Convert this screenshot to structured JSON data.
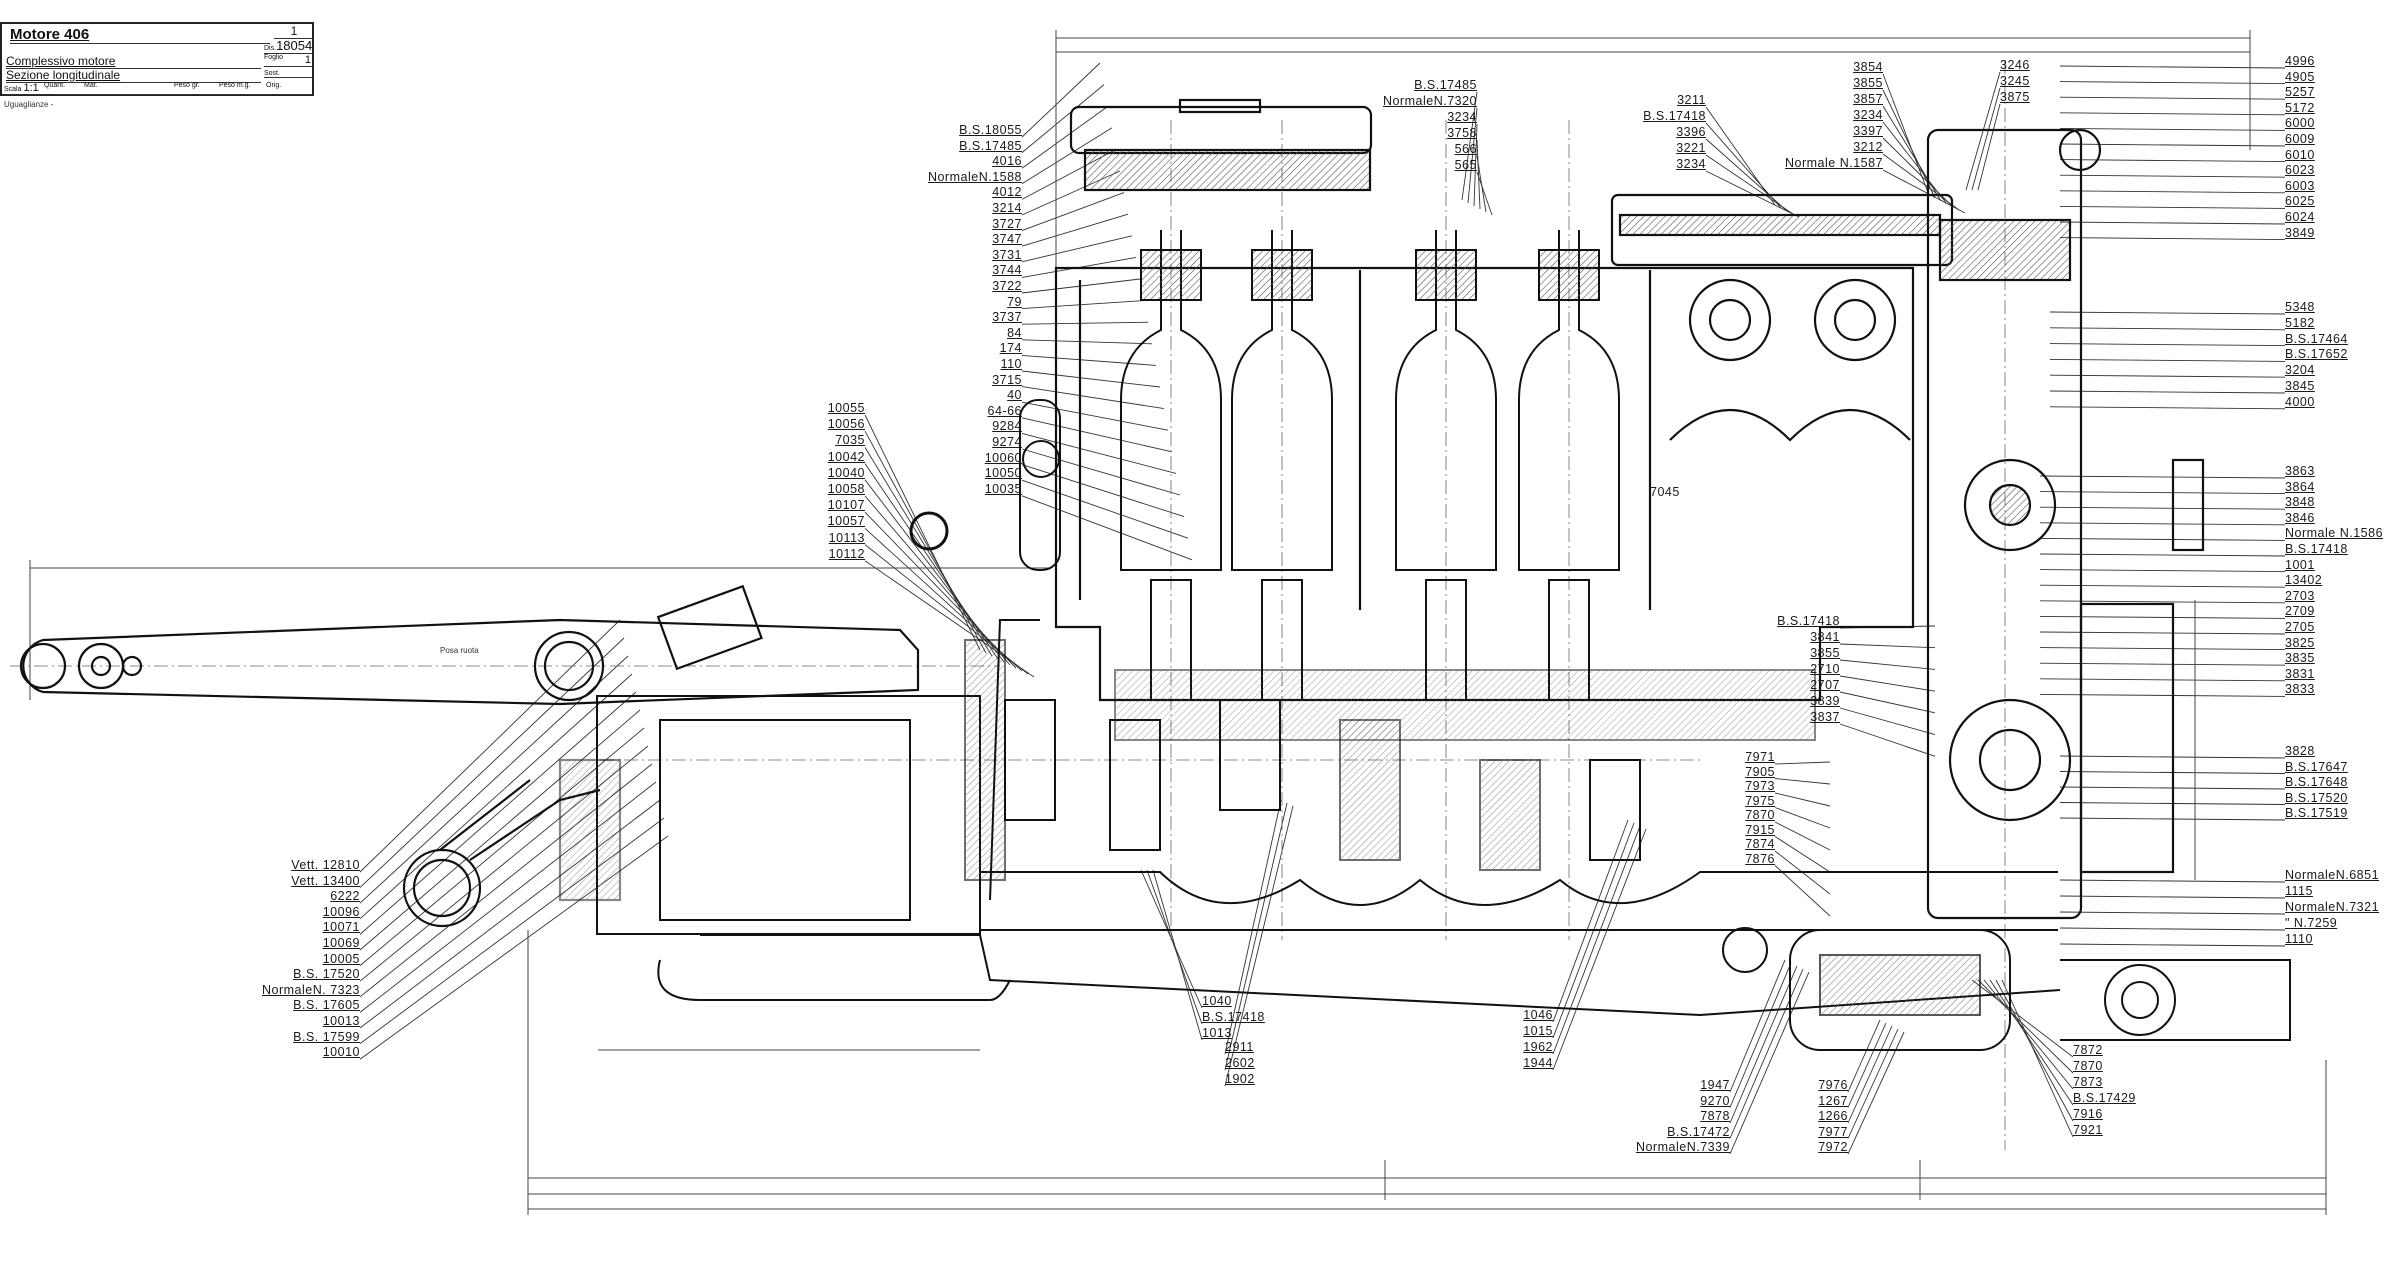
{
  "title_block": {
    "title": "Motore 406",
    "sheet_count": "1",
    "drawing_number_label": "Dis.",
    "drawing_number": "18054",
    "sheet_label": "Foglio",
    "sheet": "1",
    "subtitle_1": "Complessivo motore",
    "subtitle_2": "Sezione longitudinale",
    "sost_label": "Sost.",
    "scale_label": "Scala",
    "scale": "1:1",
    "quant_label": "Quant.",
    "mat_label": "Mat.",
    "peso_label": "Peso gr.",
    "peso_mr_label": "Peso m.g.",
    "orig_label": "Orig.",
    "uguagl_label": "Uguaglianze -"
  },
  "annotations": {
    "wheel_note": "Posa ruota",
    "part_7045": "7045"
  },
  "label_groups": {
    "left_head": [
      "B.S.18055",
      "B.S.17485",
      "4016",
      "NormaleN.1588",
      "4012",
      "3214",
      "3727",
      "3747",
      "3731",
      "3744",
      "3722",
      "79",
      "3737",
      "84",
      "174",
      "110",
      "3715",
      "40",
      "64-66",
      "9284",
      "9274",
      "10060",
      "10050",
      "10035"
    ],
    "left_clutch": [
      "10055",
      "10056",
      "7035",
      "10042",
      "10040",
      "10058",
      "10107",
      "10057",
      "10113",
      "10112"
    ],
    "top_valve": [
      "B.S.17485",
      "NormaleN.7320",
      "3234",
      "3758",
      "566",
      "565"
    ],
    "top_cam": [
      "3211",
      "B.S.17418",
      "3396",
      "3221",
      "3234"
    ],
    "top_cam2": [
      "3854",
      "3855",
      "3857",
      "3234",
      "3397",
      "3212",
      "Normale N.1587"
    ],
    "top_drive": [
      "3246",
      "3245",
      "3875"
    ],
    "right_top": [
      "4996",
      "4905",
      "5257",
      "5172",
      "6000",
      "6009",
      "6010",
      "6023",
      "6003",
      "6025",
      "6024",
      "3849"
    ],
    "right_upper": [
      "5348",
      "5182",
      "B.S.17464",
      "B.S.17652",
      "3204",
      "3845",
      "4000"
    ],
    "right_mid": [
      "3863",
      "3864",
      "3848",
      "3846",
      "Normale N.1586",
      "B.S.17418",
      "1001",
      "13402",
      "2703",
      "2709",
      "2705",
      "3825",
      "3835",
      "3831",
      "3833"
    ],
    "right_low": [
      "3828",
      "B.S.17647",
      "B.S.17648",
      "B.S.17520",
      "B.S.17519"
    ],
    "right_bottom": [
      "NormaleN.6851",
      "1115",
      "NormaleN.7321",
      "\"   N.7259",
      "1110"
    ],
    "gear_mid": [
      "B.S.17418",
      "3841",
      "3855",
      "2710",
      "2707",
      "3839",
      "3837"
    ],
    "pump": [
      "7971",
      "7905",
      "7973",
      "7975",
      "7870",
      "7915",
      "7874",
      "7876"
    ],
    "bottom_sump_left": [
      "1947",
      "9270",
      "7878",
      "B.S.17472",
      "NormaleN.7339"
    ],
    "bottom_sump_mid": [
      "7976",
      "1267",
      "1266",
      "7977",
      "7972"
    ],
    "bottom_sump_right": [
      "7872",
      "7870",
      "7873",
      "B.S.17429",
      "7916",
      "7921"
    ],
    "crank_a": [
      "1040",
      "B.S.17418",
      "1013"
    ],
    "crank_b": [
      "2911",
      "2602",
      "1902"
    ],
    "crank_c": [
      "1046",
      "1015",
      "1962",
      "1944"
    ],
    "left_bottom": [
      "Vett. 12810",
      "Vett. 13400",
      "6222",
      "10096",
      "10071",
      "10069",
      "10005",
      "B.S. 17520",
      "NormaleN. 7323",
      "B.S. 17605",
      "10013",
      "B.S. 17599",
      "10010"
    ]
  },
  "colors": {
    "ink": "#1a1a1a",
    "paper": "#ffffff",
    "hatch": "#555555"
  }
}
